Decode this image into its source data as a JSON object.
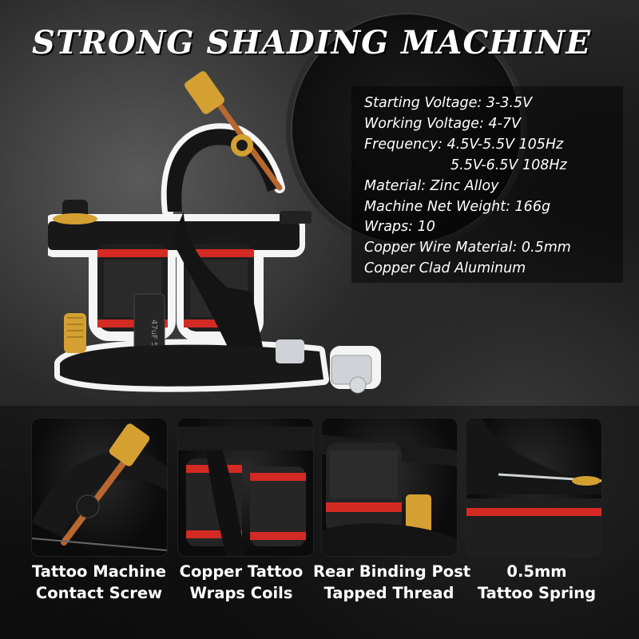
{
  "header": {
    "title": "STRONG SHADING MACHINE"
  },
  "specs": [
    "Starting Voltage: 3-3.5V",
    "Working Voltage: 4-7V",
    "Frequency: 4.5V-5.5V 105Hz",
    "5.5V-6.5V 108Hz",
    "Material: Zinc Alloy",
    "Machine Net Weight: 166g",
    "Wraps: 10",
    "Copper Wire Material: 0.5mm",
    "Copper Clad Aluminum"
  ],
  "machine": {
    "capacitor_text": "47uF 50V",
    "colors": {
      "frame": "#151515",
      "coil_ring": "#d42a24",
      "brass": "#d4a032",
      "copper": "#b8672e",
      "chrome": "#cfd2d6"
    }
  },
  "features": [
    {
      "line1": "Tattoo Machine",
      "line2": "Contact Screw",
      "icon": "contact-screw"
    },
    {
      "line1": "Copper Tattoo",
      "line2": "Wraps Coils",
      "icon": "coil"
    },
    {
      "line1": "Rear Binding Post",
      "line2": "Tapped Thread",
      "icon": "binding-post"
    },
    {
      "line1": "0.5mm",
      "line2": "Tattoo Spring",
      "icon": "spring"
    }
  ]
}
